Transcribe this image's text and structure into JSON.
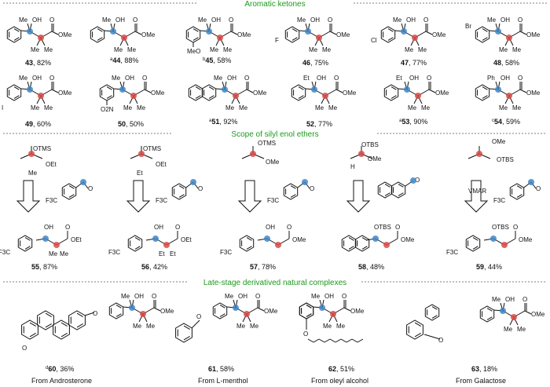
{
  "sections": {
    "aromatic": "Aromatic ketones",
    "silyl": "Scope of silyl enol ethers",
    "natural": "Late-stage derivatived natural complexes"
  },
  "colors": {
    "section": "#1b9a1b",
    "blue_site": "#3f86c8",
    "red_site": "#d84a45"
  },
  "row1": [
    {
      "sup": "",
      "num": "43",
      "yield": ", 82%",
      "sub": ""
    },
    {
      "sup": "a",
      "num": "44",
      "yield": ", 88%",
      "sub": ""
    },
    {
      "sup": "b",
      "num": "45",
      "yield": ", 58%",
      "sub": "MeO"
    },
    {
      "sup": "",
      "num": "46",
      "yield": ", 75%",
      "sub": "F"
    },
    {
      "sup": "",
      "num": "47",
      "yield": ", 77%",
      "sub": "Cl"
    },
    {
      "sup": "",
      "num": "48",
      "yield": ", 58%",
      "sub": "Br"
    }
  ],
  "row2": [
    {
      "sup": "",
      "num": "49",
      "yield": ", 60%",
      "sub": "I",
      "alk": "Me"
    },
    {
      "sup": "",
      "num": "50",
      "yield": ", 50%",
      "sub": "O2N",
      "alk": "Me"
    },
    {
      "sup": "a",
      "num": "51",
      "yield": ", 92%",
      "sub": "",
      "alk": "Me"
    },
    {
      "sup": "",
      "num": "52",
      "yield": ", 77%",
      "sub": "",
      "alk": "Et"
    },
    {
      "sup": "a",
      "num": "53",
      "yield": ", 90%",
      "sub": "",
      "alk": "Et"
    },
    {
      "sup": "c",
      "num": "54",
      "yield": ", 59%",
      "sub": "",
      "alk": "Ph"
    }
  ],
  "silyl_reagents": [
    {
      "l1": "OTMS",
      "l2": "OEt",
      "l3": "Me"
    },
    {
      "l1": "OTMS",
      "l2": "OEt",
      "l3": "Et"
    },
    {
      "l1": "OTMS",
      "l2": "OMe",
      "l3": ""
    },
    {
      "l1": "OTBS",
      "l2": "OMe",
      "l3": "H"
    },
    {
      "l1": "OMe",
      "l2": "OTBS",
      "l3": ""
    }
  ],
  "aldehyde_sub": "F3C",
  "vmar": "VMAR",
  "silyl_products": [
    {
      "num": "55",
      "yield": ", 87%",
      "ester": "OEt",
      "a": "Me",
      "b": "Me",
      "sub": "F3C",
      "oh": "OH"
    },
    {
      "num": "56",
      "yield": ", 42%",
      "ester": "OEt",
      "a": "Et",
      "b": "Et",
      "sub": "F3C",
      "oh": "OH"
    },
    {
      "num": "57",
      "yield": ", 78%",
      "ester": "OMe",
      "a": "",
      "b": "",
      "sub": "F3C",
      "oh": "OH"
    },
    {
      "num": "58",
      "yield": ", 48%",
      "ester": "OMe",
      "a": "",
      "b": "",
      "sub": "",
      "oh": "OTBS"
    },
    {
      "num": "59",
      "yield": ", 44%",
      "ester": "OMe",
      "a": "",
      "b": "",
      "sub": "F3C",
      "oh": "OTBS"
    }
  ],
  "natural": [
    {
      "sup": "d",
      "num": "60",
      "yield": ", 36%",
      "from": "From Androsterone"
    },
    {
      "sup": "",
      "num": "61",
      "yield": ", 58%",
      "from": "From L-menthol"
    },
    {
      "sup": "",
      "num": "62",
      "yield": ", 51%",
      "from": "From oleyl alcohol"
    },
    {
      "sup": "",
      "num": "63",
      "yield": ", 18%",
      "from": "From Galactose"
    }
  ],
  "atoms": {
    "me": "Me",
    "oh": "OH",
    "ome": "OMe",
    "o": "O",
    "h": "H"
  }
}
